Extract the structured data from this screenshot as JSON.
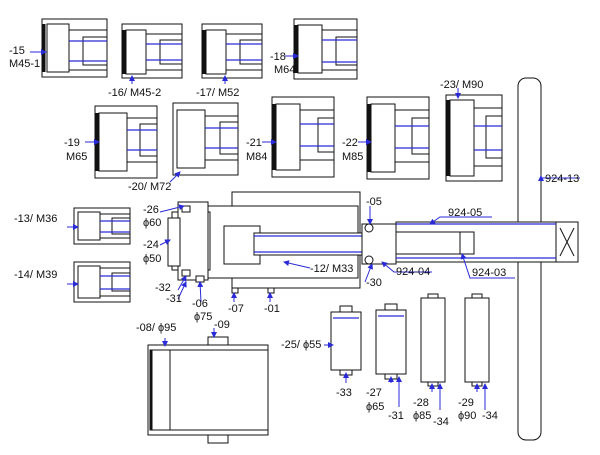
{
  "labels": {
    "p15": "-15",
    "m45_1": "M45-1",
    "p16": "-16/ M45-2",
    "p17": "-17/ M52",
    "p18": "-18",
    "m64": "M64",
    "p23": "-23/ M90",
    "p19": "-19",
    "m65": "M65",
    "p20": "-20/ M72",
    "p21": "-21",
    "m84": "M84",
    "p22": "-22",
    "m85": "M85",
    "p924_13": "924-13",
    "p13": "-13/ M36",
    "p26": "-26",
    "d60": "ϕ60",
    "p24": "-24",
    "d50": "ϕ50",
    "p14": "-14/ M39",
    "p05": "-05",
    "p924_05": "924-05",
    "p12": "-12/ M33",
    "p924_04": "924-04",
    "p30": "-30",
    "p924_03": "924-03",
    "p32": "-32",
    "p31a": "-31",
    "p06": "-06",
    "d75": "ϕ75",
    "p07": "-07",
    "p01": "-01",
    "p08": "-08/ ϕ95",
    "p09": "-09",
    "p25": "-25/ ϕ55",
    "p33": "-33",
    "p27": "-27",
    "d65": "ϕ65",
    "p31b": "-31",
    "p28": "-28",
    "d85": "ϕ85",
    "p34a": "-34",
    "p29": "-29",
    "d90": "ϕ90",
    "p34b": "-34"
  }
}
